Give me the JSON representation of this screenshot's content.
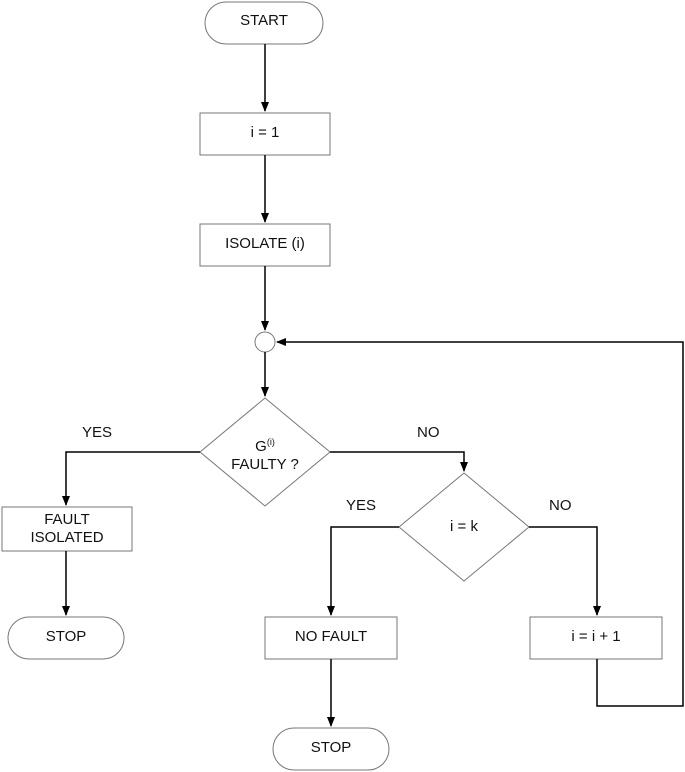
{
  "nodes": {
    "start": "START",
    "init": "i = 1",
    "isolate": "ISOLATE (i)",
    "decision_faulty": {
      "base": "G",
      "sup": "(i)",
      "line2": "FAULTY ?"
    },
    "fault_isolated": {
      "line1": "FAULT",
      "line2": "ISOLATED"
    },
    "stop_left": "STOP",
    "decision_k": "i = k",
    "no_fault": "NO FAULT",
    "increment": "i = i + 1",
    "stop_bottom": "STOP"
  },
  "edges": {
    "faulty_yes": "YES",
    "faulty_no": "NO",
    "k_yes": "YES",
    "k_no": "NO"
  }
}
